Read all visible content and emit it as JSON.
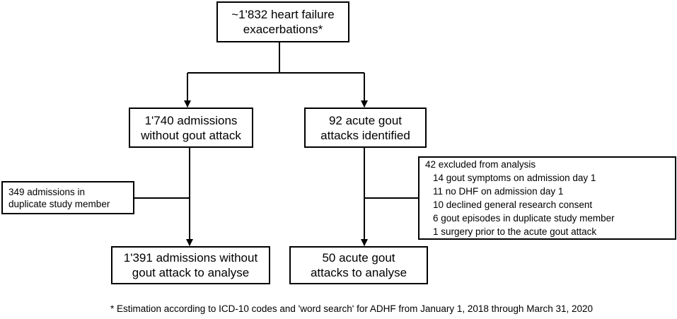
{
  "boxes": {
    "top": {
      "lines": [
        "~1'832 heart failure",
        "exacerbations*"
      ]
    },
    "left1": {
      "lines": [
        "1'740 admissions",
        "without gout attack"
      ]
    },
    "right1": {
      "lines": [
        "92 acute gout",
        "attacks identified"
      ]
    },
    "duplicate": {
      "lines": [
        "349 admissions in",
        "duplicate study member"
      ]
    },
    "excluded": {
      "header": "42 excluded from analysis",
      "items": [
        "14 gout symptoms on admission day 1",
        "11 no DHF on admission day 1",
        "10 declined general research consent",
        "6 gout episodes in duplicate study member",
        "1 surgery prior to the acute gout attack"
      ]
    },
    "left2": {
      "lines": [
        "1'391 admissions without",
        "gout attack to analyse"
      ]
    },
    "right2": {
      "lines": [
        "50 acute gout",
        "attacks to analyse"
      ]
    }
  },
  "footnote": "* Estimation according to ICD-10 codes and 'word search' for ADHF from January 1, 2018 through March 31, 2020",
  "colors": {
    "line": "#000000",
    "background": "#ffffff"
  }
}
